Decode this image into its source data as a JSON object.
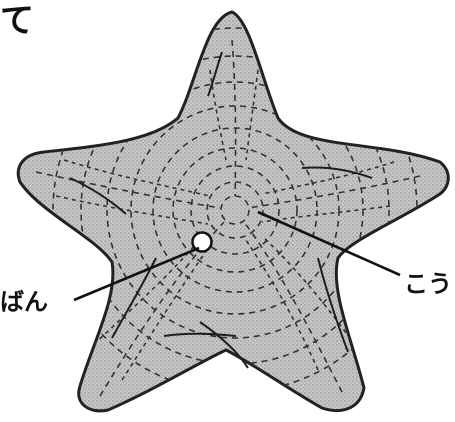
{
  "heading_fragment": "て",
  "labels": {
    "left": "ばん",
    "right": "こう"
  },
  "colors": {
    "body_fill": "#b9b9b9",
    "outline": "#222222",
    "marker_fill": "#ffffff"
  }
}
